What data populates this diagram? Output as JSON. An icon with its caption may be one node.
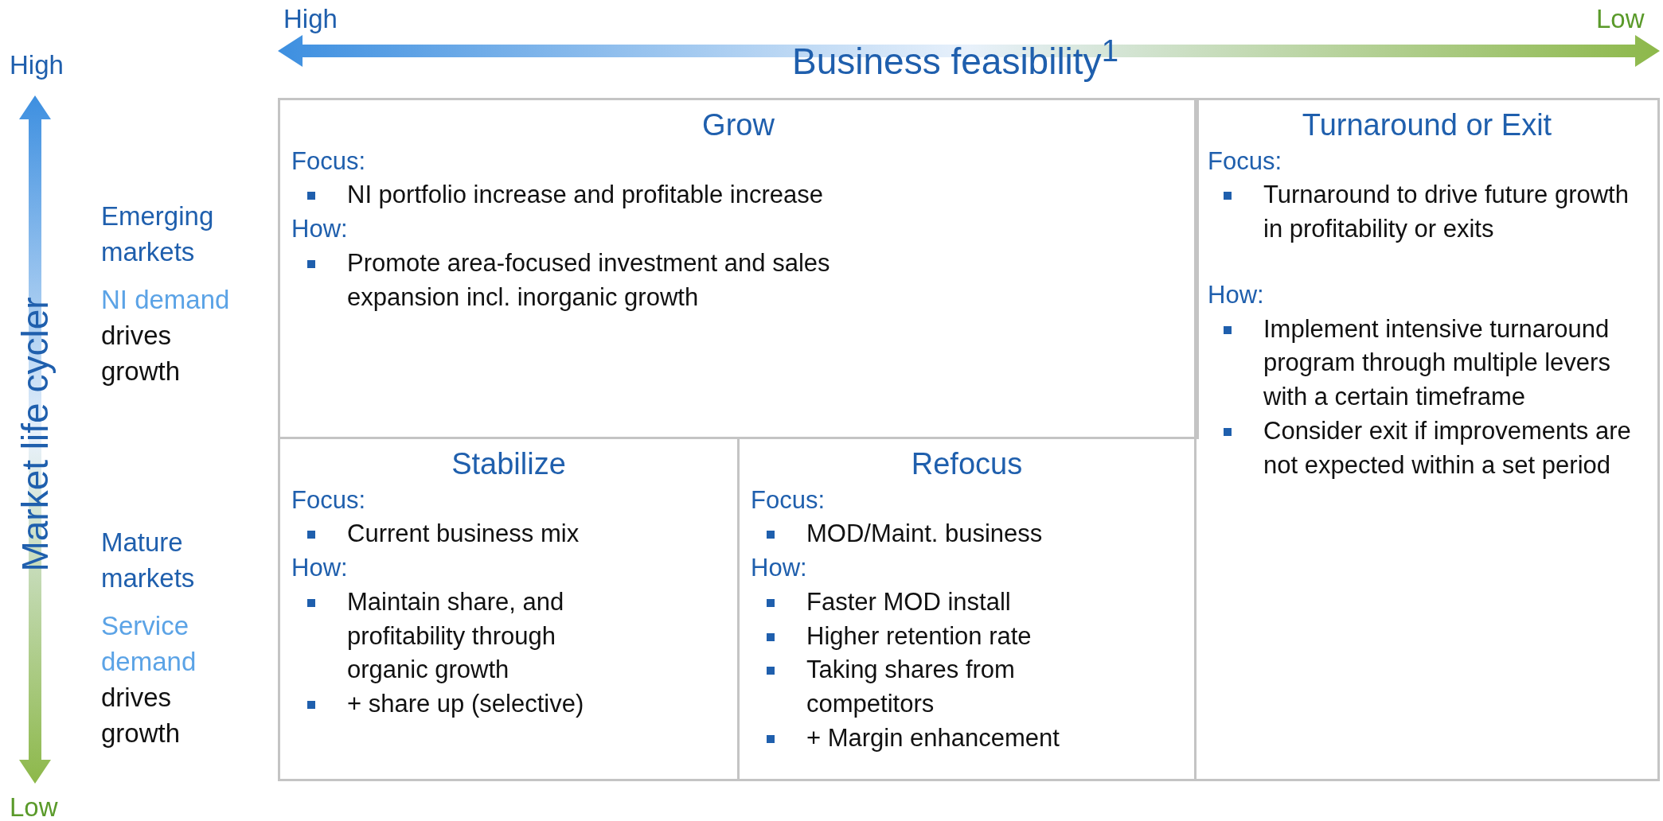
{
  "diagram": {
    "nodes": [
      {
        "text": [
          "Grow",
          "Focus:",
          "NI portfolio increase and profitable increase",
          "How:",
          "Promote area-focused investment and sales expansion incl. inorganic growth"
        ]
      },
      {
        "text": [
          "Turnaround or Exit",
          "Focus:",
          "Turnaround to drive future growth in profitability or exits",
          "How:",
          "Implement intensive turnaround program through multiple levers with a certain timeframe",
          "Consider exit if improvements are not expected within a set period"
        ]
      },
      {
        "text": [
          "Stabilize",
          "Focus:",
          "Current business mix",
          "How:",
          "Maintain share, and profitability through organic growth",
          "+ share up (selective)"
        ]
      },
      {
        "text": [
          "Refocus",
          "Focus:",
          "MOD/Maint. business",
          "How:",
          "Faster MOD install",
          "Higher retention rate",
          "Taking shares from competitors",
          "+ Margin enhancement"
        ]
      }
    ],
    "labels": [
      "High",
      "Low",
      "Business feasibility$^{1}$",
      "High",
      "Market life cycler",
      "Emerging markets",
      "NI demand",
      "drives growth",
      "Mature markets",
      "Service demand",
      "drives growth",
      "Low"
    ]
  }
}
